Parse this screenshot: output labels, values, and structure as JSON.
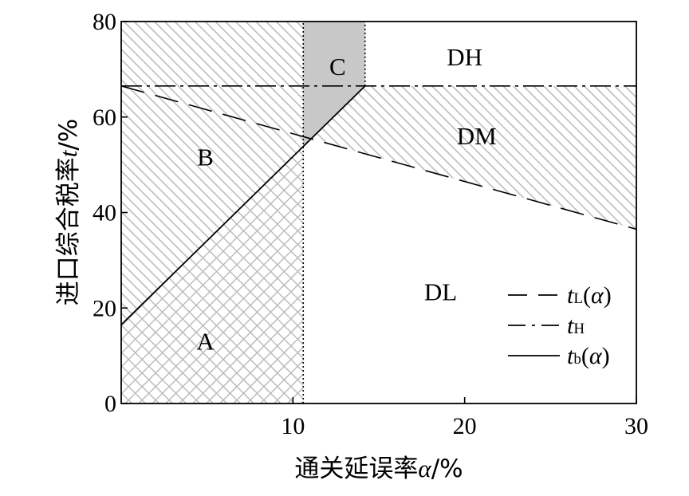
{
  "chart_data": {
    "type": "line",
    "xlabel": {
      "prefix": "通关延误率",
      "symbol": "α",
      "unit": "/%"
    },
    "ylabel": {
      "prefix": "进口综合税率",
      "symbol": "t",
      "unit": "/%"
    },
    "xlim": [
      0,
      30
    ],
    "ylim": [
      0,
      80
    ],
    "xticks": [
      10,
      20,
      30
    ],
    "yticks": [
      0,
      20,
      40,
      60,
      80
    ],
    "grid": false,
    "legend_position": "lower-right",
    "series": [
      {
        "key": "tL",
        "name": {
          "main": "t",
          "sub": "L",
          "arg": "(α)"
        },
        "style": "dashed",
        "x": [
          0,
          30
        ],
        "y": [
          66.5,
          36.5
        ]
      },
      {
        "key": "tH",
        "name": {
          "main": "t",
          "sub": "H",
          "arg": ""
        },
        "style": "dashdot",
        "x": [
          0,
          30
        ],
        "y": [
          66.5,
          66.5
        ]
      },
      {
        "key": "tb",
        "name": {
          "main": "t",
          "sub": "b",
          "arg": "(α)"
        },
        "style": "solid",
        "x": [
          0,
          14.2
        ],
        "y": [
          16.5,
          66.5
        ]
      },
      {
        "key": "alpha_b",
        "style": "dotted",
        "x": [
          10.6,
          10.6
        ],
        "y": [
          0,
          80
        ]
      },
      {
        "key": "alpha_c",
        "style": "dotted",
        "x": [
          14.2,
          14.2
        ],
        "y": [
          66.5,
          80
        ]
      }
    ],
    "regions": [
      {
        "label": "A",
        "pattern": "crosshatch",
        "label_at": [
          4.9,
          12.5
        ]
      },
      {
        "label": "B",
        "pattern": "diagonal",
        "label_at": [
          4.9,
          51
        ]
      },
      {
        "label": "C",
        "pattern": "gray",
        "label_at": [
          12.6,
          70
        ]
      },
      {
        "label": "DH",
        "pattern": "none",
        "label_at": [
          20,
          72
        ]
      },
      {
        "label": "DM",
        "pattern": "diagonal",
        "label_at": [
          20.7,
          55.5
        ]
      },
      {
        "label": "DL",
        "pattern": "none",
        "label_at": [
          18.6,
          22.8
        ]
      }
    ]
  }
}
